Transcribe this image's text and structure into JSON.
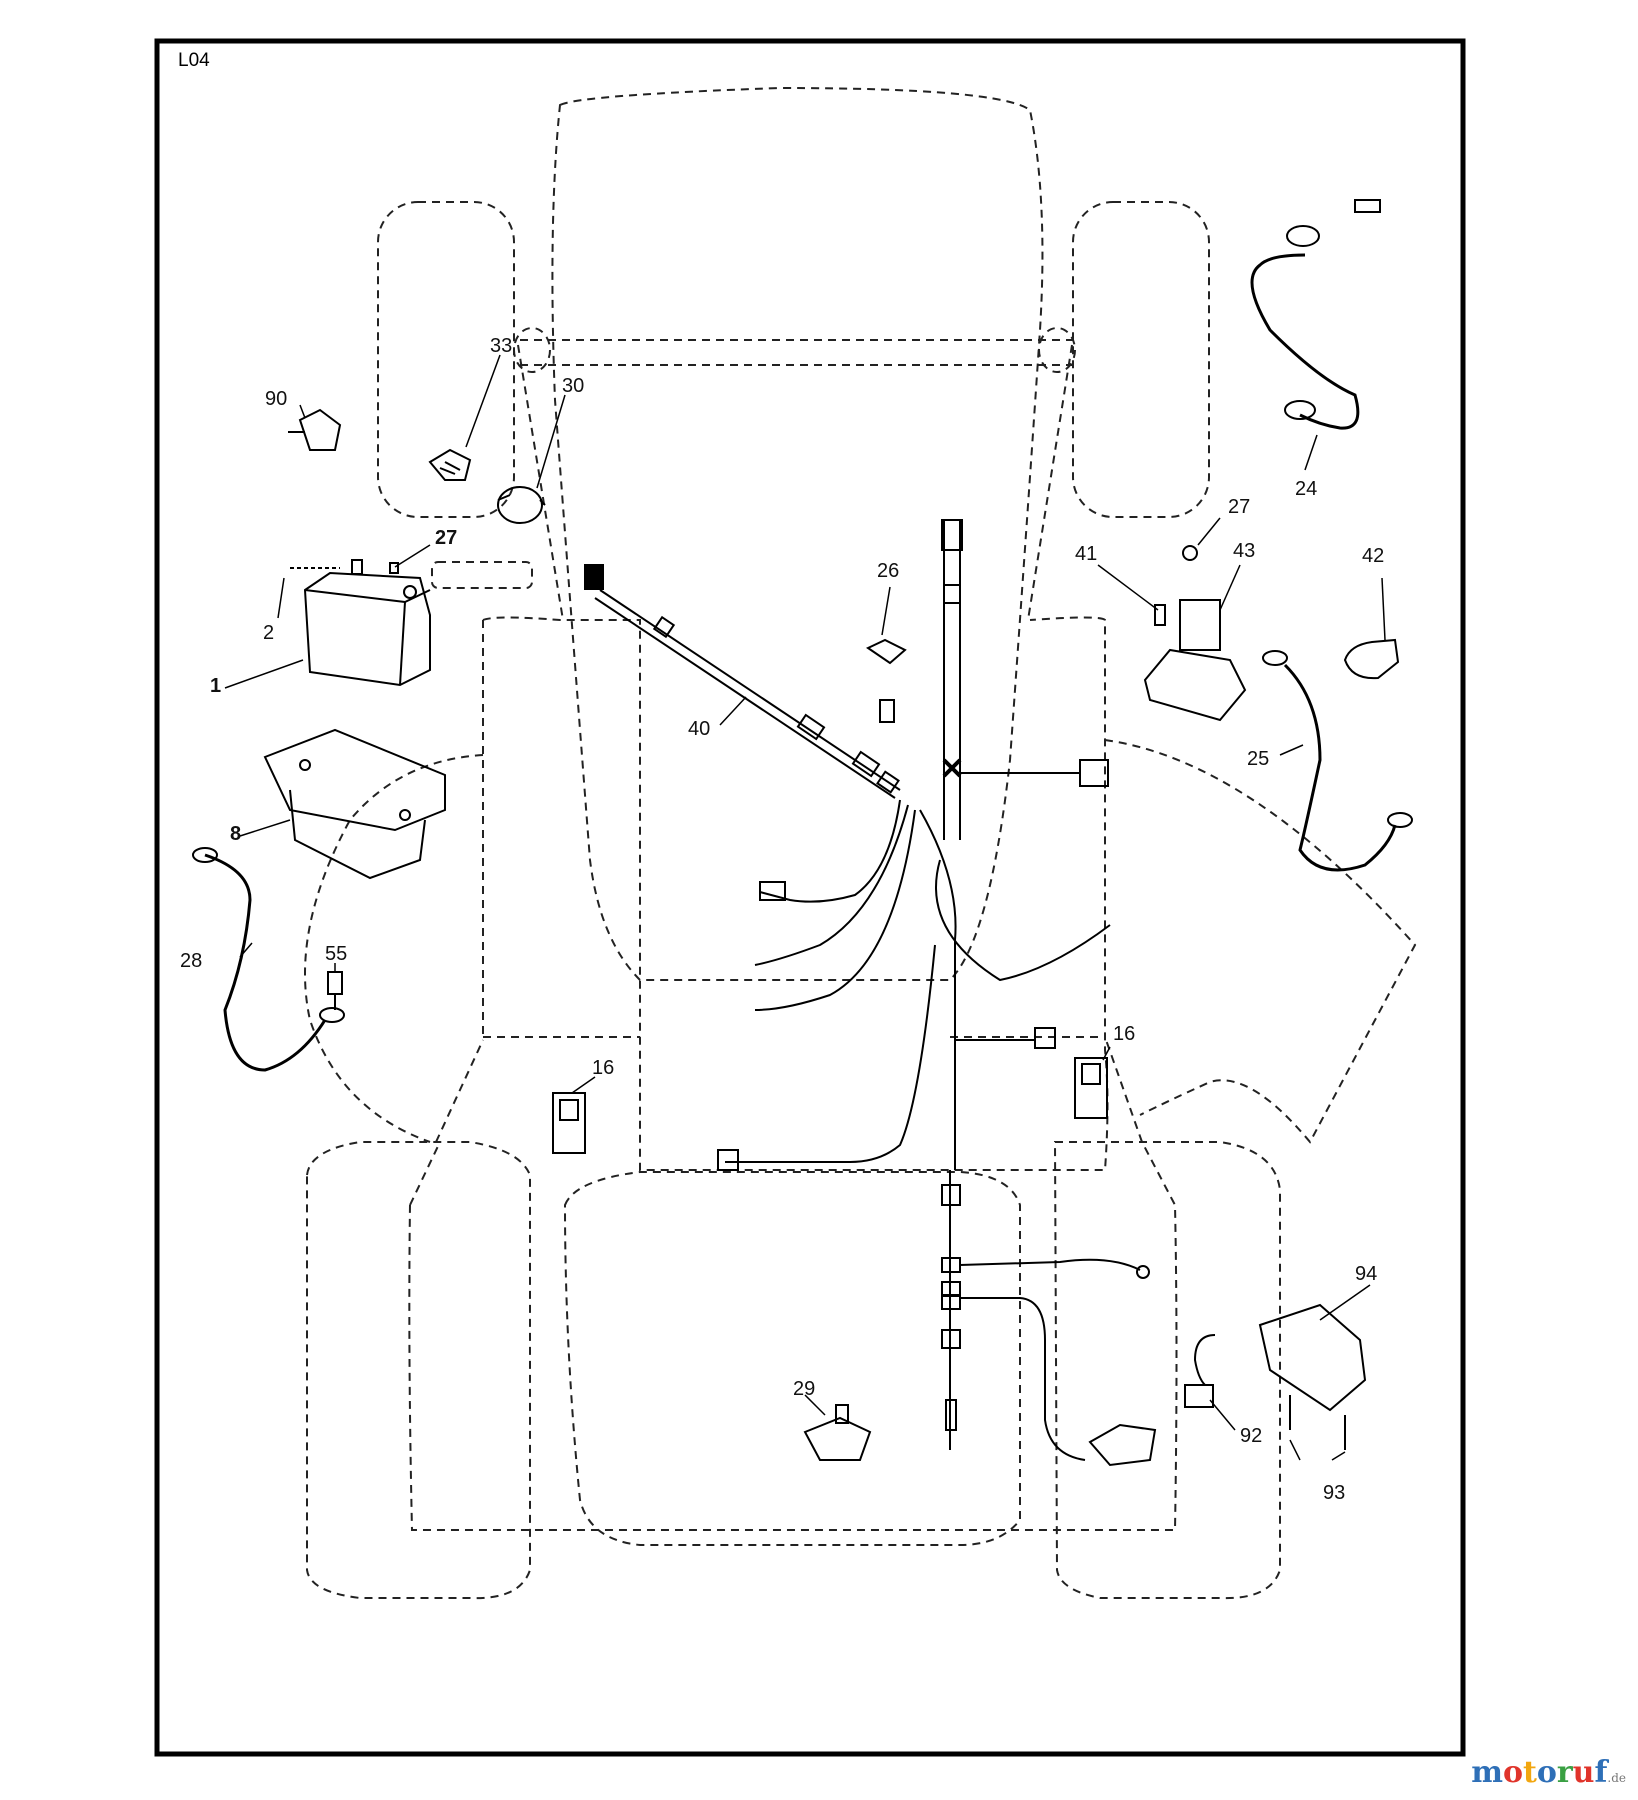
{
  "diagram": {
    "page_label": "L04",
    "callouts": [
      {
        "id": "c90",
        "text": "90"
      },
      {
        "id": "c33",
        "text": "33"
      },
      {
        "id": "c30",
        "text": "30"
      },
      {
        "id": "c27a",
        "text": "27"
      },
      {
        "id": "c2",
        "text": "2"
      },
      {
        "id": "c1",
        "text": "1"
      },
      {
        "id": "c8",
        "text": "8"
      },
      {
        "id": "c28",
        "text": "28"
      },
      {
        "id": "c55",
        "text": "55"
      },
      {
        "id": "c16a",
        "text": "16"
      },
      {
        "id": "c40",
        "text": "40"
      },
      {
        "id": "c26",
        "text": "26"
      },
      {
        "id": "c24",
        "text": "24"
      },
      {
        "id": "c27b",
        "text": "27"
      },
      {
        "id": "c41",
        "text": "41"
      },
      {
        "id": "c43",
        "text": "43"
      },
      {
        "id": "c42",
        "text": "42"
      },
      {
        "id": "c25",
        "text": "25"
      },
      {
        "id": "c16b",
        "text": "16"
      },
      {
        "id": "c94",
        "text": "94"
      },
      {
        "id": "c29",
        "text": "29"
      },
      {
        "id": "c92",
        "text": "92"
      },
      {
        "id": "c93",
        "text": "93"
      }
    ]
  },
  "watermark": {
    "letters": [
      "m",
      "o",
      "t",
      "o",
      "r",
      "u",
      "f"
    ],
    "colors": [
      "#2e6fb7",
      "#e0342b",
      "#f2a60f",
      "#2e6fb7",
      "#3aa043",
      "#e0342b",
      "#2e6fb7"
    ],
    "suffix": ".de"
  }
}
